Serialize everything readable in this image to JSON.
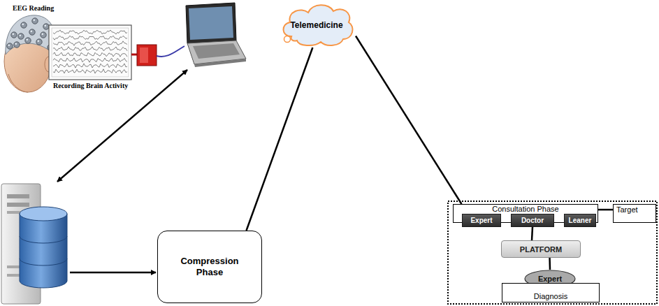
{
  "diagram": {
    "nodes": [
      {
        "text": [
          "Telemedicine"
        ]
      },
      {
        "text": [
          "Compression Phase"
        ]
      },
      {
        "text": [
          "Consultation Phase"
        ]
      },
      {
        "text": [
          "Expert"
        ],
        "in": 2
      },
      {
        "text": [
          "Doctor"
        ],
        "in": 2
      },
      {
        "text": [
          "Leaner"
        ],
        "in": 2
      },
      {
        "text": [
          "Target"
        ]
      },
      {
        "text": [
          "PLATFORM"
        ]
      },
      {
        "text": [
          "Expert"
        ]
      },
      {
        "text": [
          "Diagnosis"
        ]
      }
    ],
    "edges": [
      {
        "from": 1,
        "to": 0,
        "arrow": "to"
      },
      {
        "from": 0,
        "to": 2,
        "arrow": "to"
      },
      {
        "from": 2,
        "to": 6,
        "arrow": "to"
      },
      {
        "from": 4,
        "to": 7,
        "arrow": "both"
      },
      {
        "from": 7,
        "to": 8,
        "arrow": "both"
      }
    ],
    "labels": [
      "EEG Reading",
      "Recording Brain Activity"
    ]
  }
}
